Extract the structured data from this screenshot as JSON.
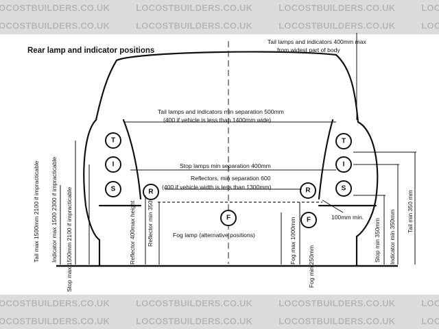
{
  "watermark": {
    "text": "LOCOSTBUILDERS.CO.UK"
  },
  "diagram": {
    "title": "Rear lamp and indicator positions",
    "annotations": {
      "top_right_1": "Tail lamps and indicators 400mm max",
      "top_right_2": "from widest part of body",
      "tail_sep_1": "Tail lamps and indicators min separation 500mm",
      "tail_sep_2": "(400 if vehicle is less than 1400mm wide)",
      "stop_sep": "Stop lamps min separation 400mm",
      "refl_sep_1": "Reflectors, min separation 600",
      "refl_sep_2": "(400 if vehicle width is less than 1300mm)",
      "fog_pos": "Fog lamp (alternative positions)",
      "min_100": "100mm min.",
      "tail_max": "Tail max 1500mm 2100 if impracticable",
      "ind_max": "Indicator max 1500   2300 if impracticable",
      "stop_max": "Stop max 1500mm 2100 if impracticable",
      "refl_max": "Reflector 400max height",
      "refl_min": "Reflector min 350",
      "fog_max": "Fog max 1000mm",
      "fog_min": "Fog min 250mm",
      "stop_min": "Stop min 350mm",
      "ind_min": "Indicator min 350mm",
      "tail_min": "Tail min 350 mm"
    },
    "lamps": {
      "tail": "T",
      "indicator": "I",
      "stop": "S",
      "reflector": "R",
      "fog": "F"
    }
  }
}
